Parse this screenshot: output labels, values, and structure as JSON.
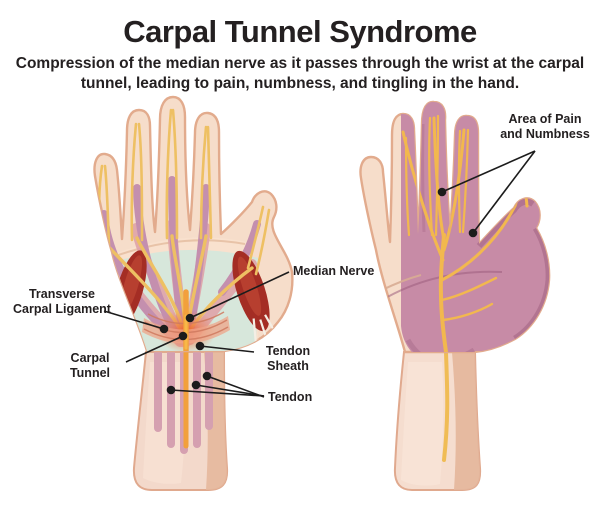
{
  "header": {
    "title": "Carpal Tunnel Syndrome",
    "subtitle": "Compression of the median nerve as it passes through the wrist at the carpal\ntunnel, leading to pain, numbness, and tingling in the hand."
  },
  "anatomy_view": {
    "description": "Cutaway hand and wrist showing carpal tunnel anatomy",
    "labels": {
      "transverse_carpal_ligament": "Transverse\nCarpal Ligament",
      "carpal_tunnel": "Carpal\nTunnel",
      "median_nerve": "Median Nerve",
      "tendon_sheath": "Tendon\nSheath",
      "tendon": "Tendon"
    }
  },
  "pain_view": {
    "description": "Palm showing median nerve distribution of symptoms",
    "labels": {
      "area_of_pain": "Area of Pain\nand Numbness"
    }
  },
  "colors": {
    "text": "#242021",
    "skin": "#f6ddca",
    "skin_outline": "#e2ab8d",
    "carpal_area_teal": "#d4e7dc",
    "tendon_purple": "#c48fae",
    "tendon_pink": "#dfa3a9",
    "nerve_yellow": "#eec063",
    "median_nerve_orange": "#f2a03c",
    "inflammation_red": "#e8502a",
    "muscle_red": "#a42d24",
    "pain_area_mauve": "#c78ba6",
    "forearm_stripe": "#d5a0b0",
    "callout": "#1c1c1c"
  }
}
